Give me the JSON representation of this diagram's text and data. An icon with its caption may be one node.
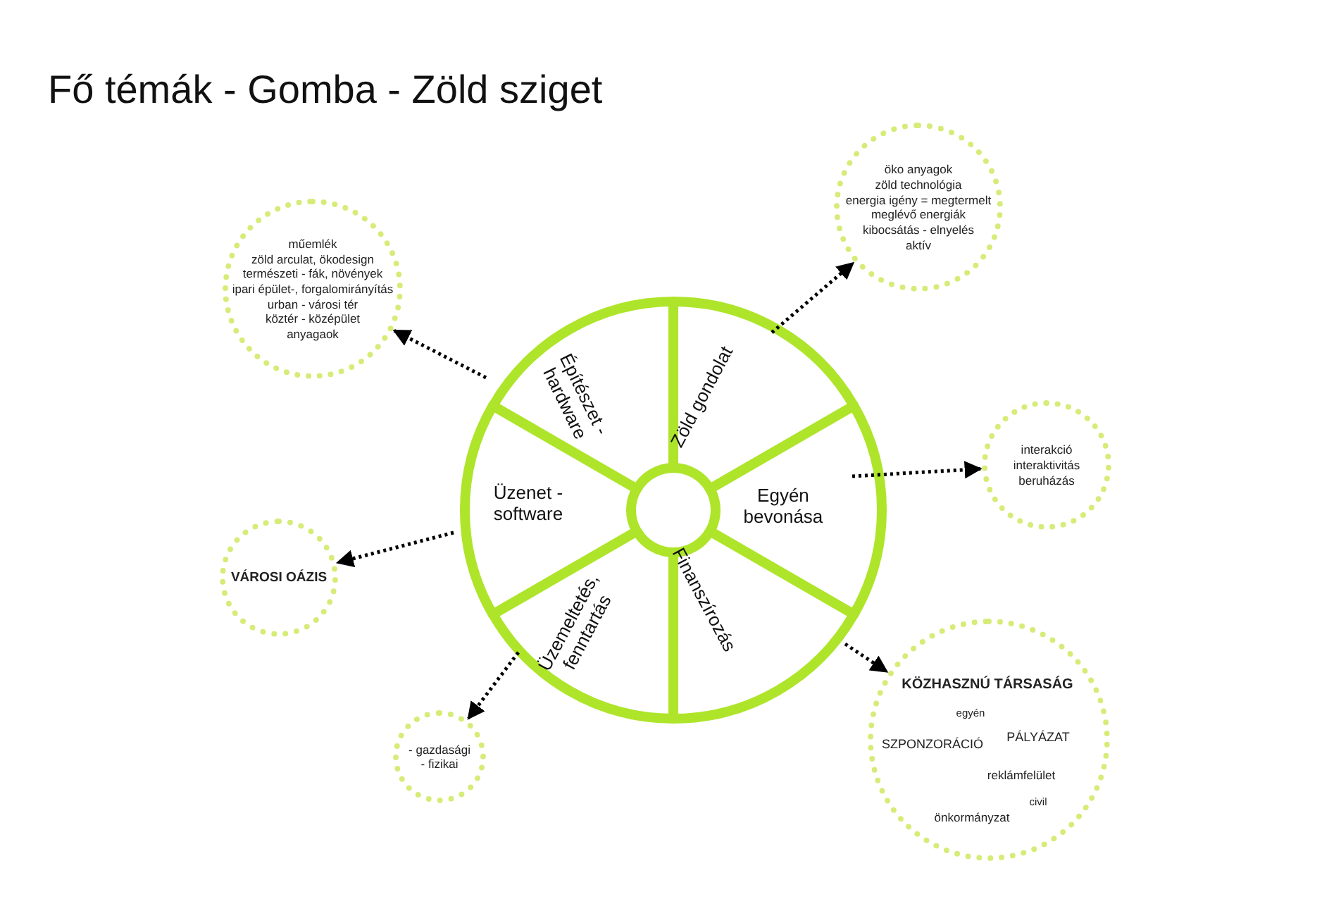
{
  "diagram": {
    "title": "Fő témák - Gomba - Zöld sziget",
    "nodes": [
      {
        "text": [
          "Építészet - hardware"
        ]
      },
      {
        "text": [
          "Zöld gondolat"
        ]
      },
      {
        "text": [
          "Üzenet - software"
        ]
      },
      {
        "text": [
          "Egyén bevonása"
        ]
      },
      {
        "text": [
          "Üzemeltetés, fenntartás"
        ]
      },
      {
        "text": [
          "Finanszírozás"
        ]
      },
      {
        "text": [
          "műemlék",
          "zöld arculat, ökodesign",
          "természeti - fák, növények",
          "ipari épület-, forgalomirányítás",
          "urban - városi tér",
          "köztér - középület",
          "anyagaok"
        ]
      },
      {
        "text": [
          "öko anyagok",
          "zöld technológia",
          "energia igény = megtermelt",
          "meglévő energiák",
          "kibocsátás - elnyelés",
          "aktív"
        ]
      },
      {
        "text": [
          "interakció",
          "interaktivitás",
          "beruházás"
        ]
      },
      {
        "text": [
          "VÁROSI OÁZIS"
        ]
      },
      {
        "text": [
          "- gazdasági",
          "- fizikai"
        ]
      },
      {
        "text": [
          "KÖZHASZNÚ TÁRSASÁG",
          "egyén",
          "SZPONZORÁCIÓ",
          "PÁLYÁZAT",
          "reklámfelület",
          "civil",
          "önkormányzat"
        ]
      }
    ],
    "edges": [
      {
        "from": 0,
        "to": 6,
        "arrow": "to",
        "style": "dashed"
      },
      {
        "from": 1,
        "to": 7,
        "arrow": "to",
        "style": "dashed"
      },
      {
        "from": 3,
        "to": 8,
        "arrow": "to",
        "style": "dashed"
      },
      {
        "from": 2,
        "to": 9,
        "arrow": "to",
        "style": "dashed"
      },
      {
        "from": 5,
        "to": 11,
        "arrow": "to",
        "style": "dashed"
      },
      {
        "from": 4,
        "to": 10,
        "arrow": "to",
        "style": "dashed"
      }
    ]
  }
}
